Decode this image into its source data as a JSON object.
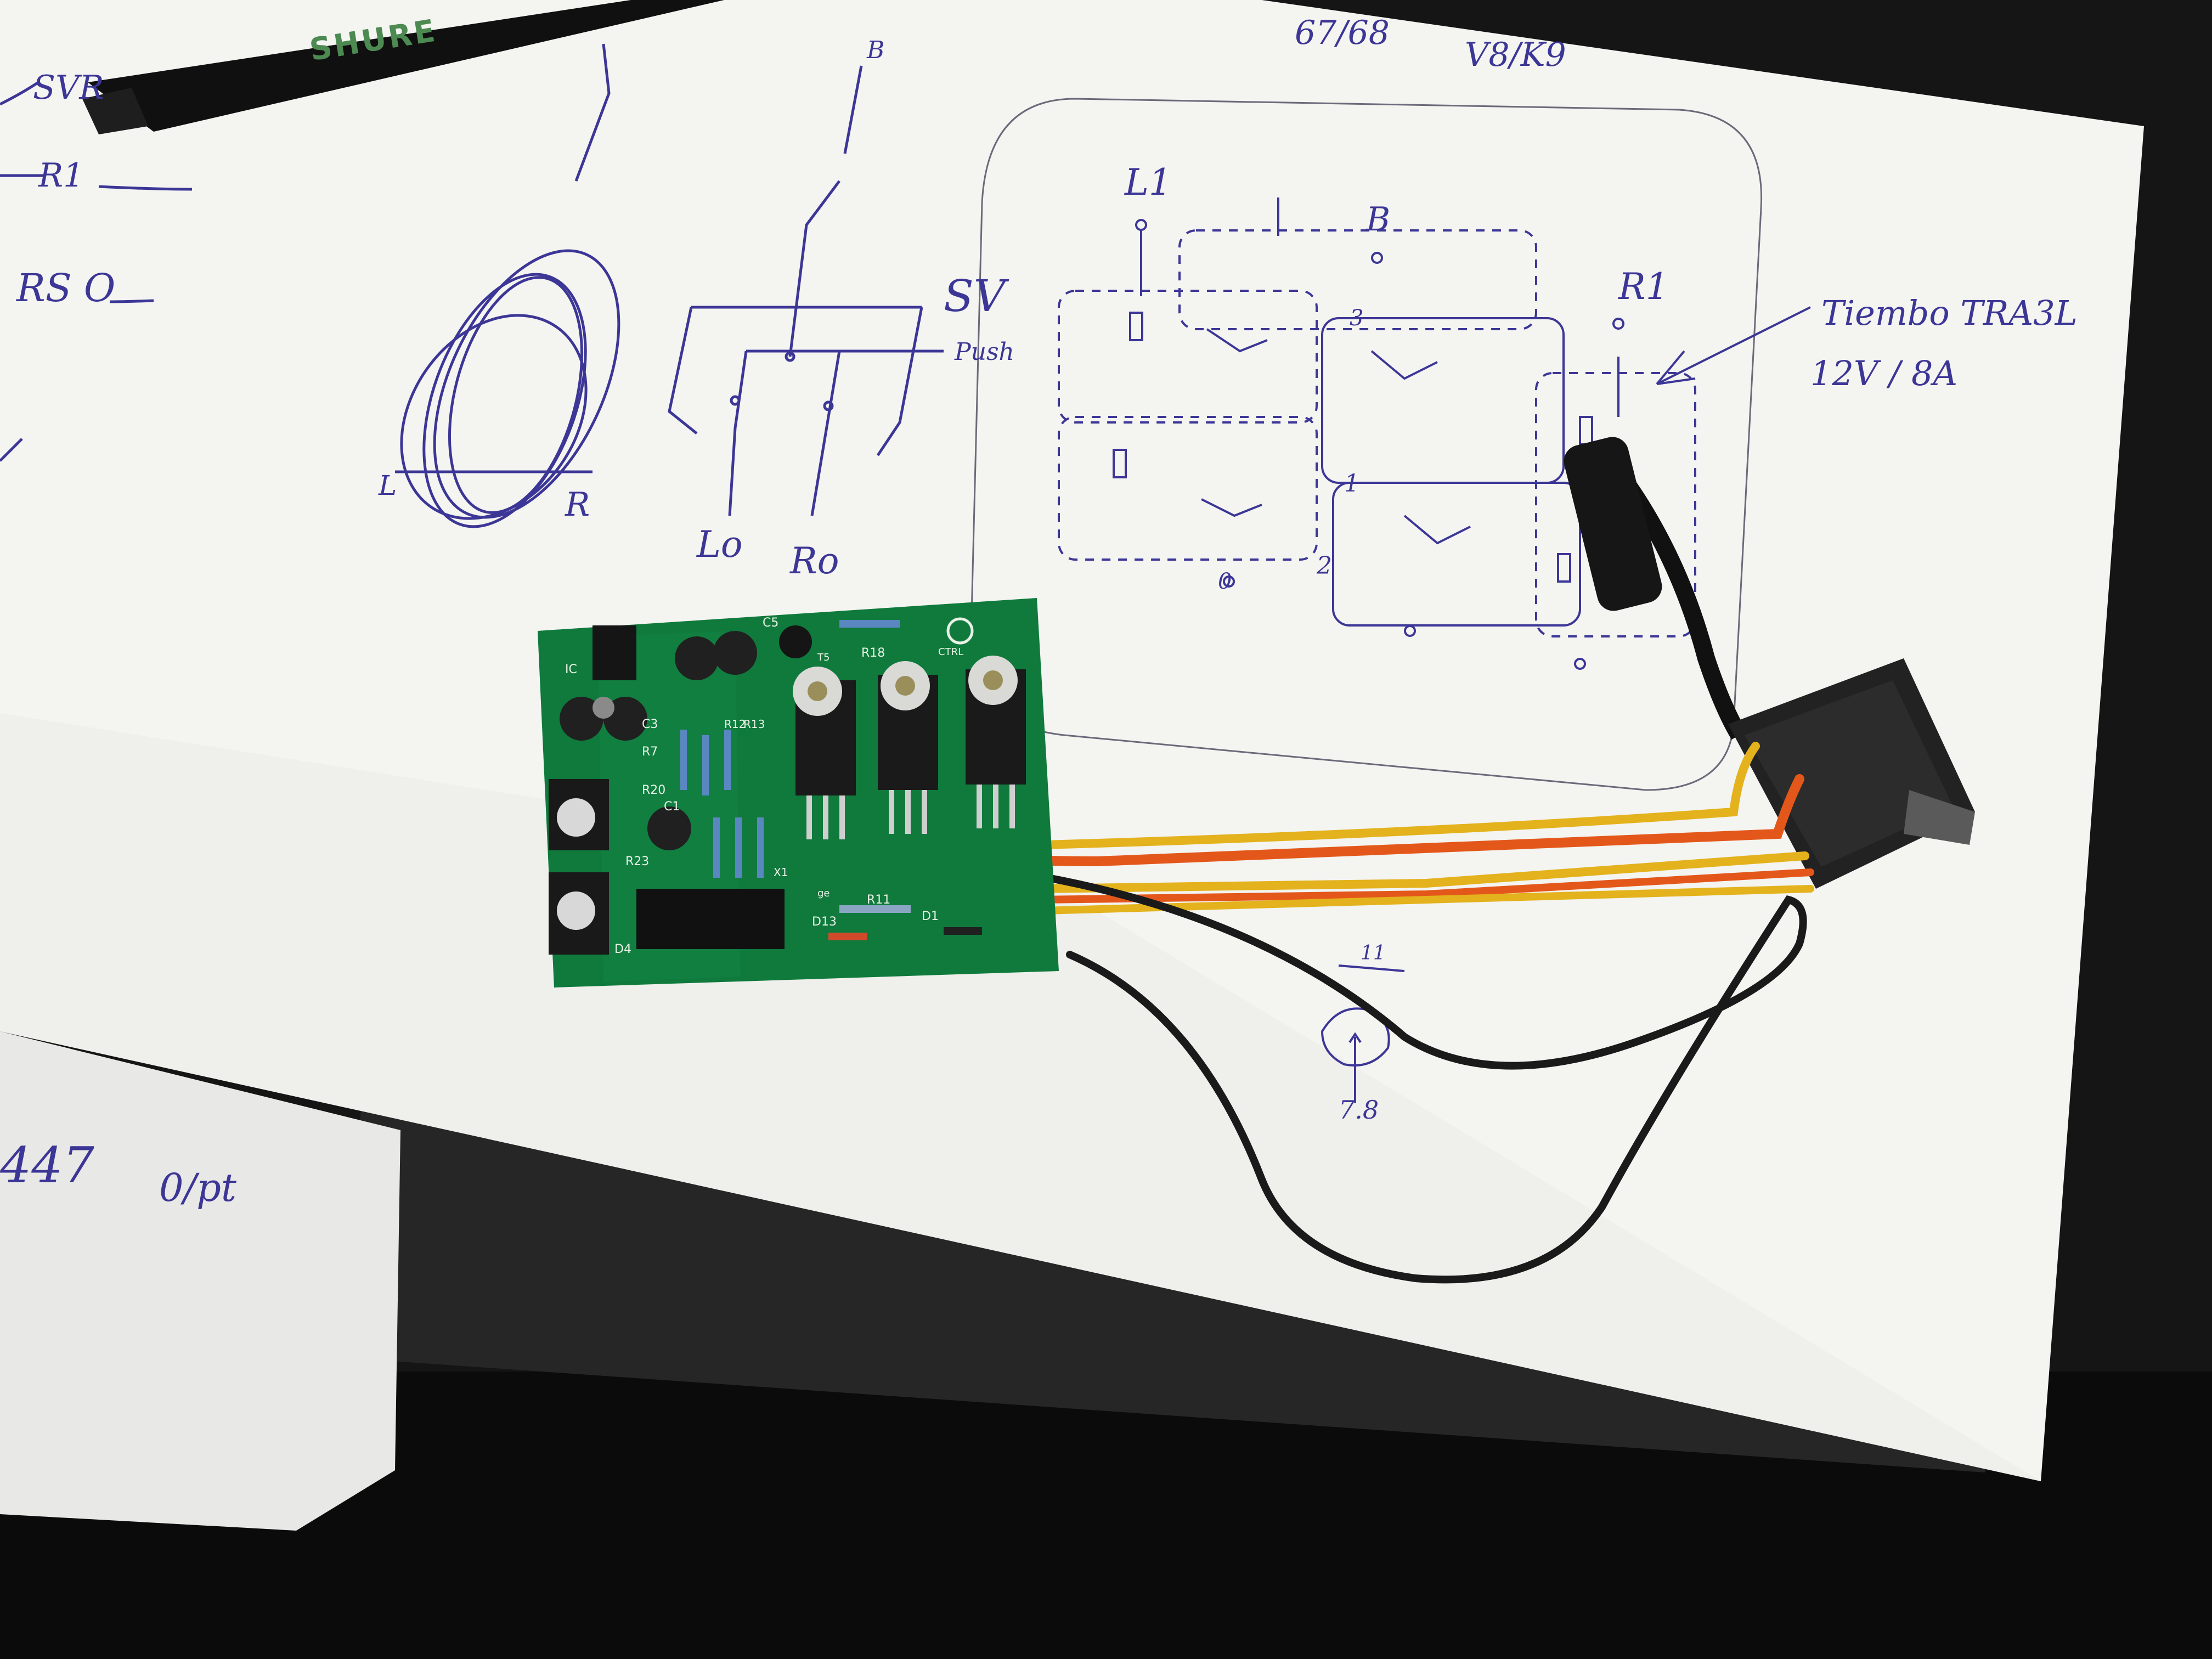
{
  "photo": {
    "marker_brand": "SHURE",
    "sketch_left": {
      "label_svr": "SVR",
      "label_r1": "R1",
      "label_rs": "RS O",
      "label_447": "447",
      "label_olpt": "0/pt"
    },
    "sketch_switch": {
      "label_b": "B",
      "label_sv": "SV",
      "label_l0": "Lo",
      "label_r0": "Ro",
      "label_r": "R",
      "label_l": "L",
      "label_push": "Push"
    },
    "sketch_relays": {
      "label_6768": "67/68",
      "label_v8": "V8/K9",
      "label_l1": "L1",
      "label_b": "B",
      "label_r1": "R1",
      "label_1": "1",
      "label_2": "2",
      "label_3": "3",
      "label_0": "0"
    },
    "annotation": {
      "line1": "Tiembo TRA3L",
      "line2": "12V / 8A"
    },
    "dimension": {
      "top": "11",
      "bottom": "7.8"
    },
    "pcb_labels": [
      "IC",
      "C3",
      "R7",
      "R20",
      "R23",
      "C1",
      "C5",
      "T5",
      "R18",
      "CTRL",
      "R12",
      "R13",
      "X1",
      "R11",
      "D13",
      "D1",
      "D4",
      "ge"
    ],
    "colors": {
      "paper": "#f3f3f0",
      "ink": "#3c3696",
      "pcb": "#0f7a3c",
      "wire_yellow": "#e3b21c",
      "wire_orange": "#e3581a",
      "wire_black": "#1a1a1a",
      "desk": "#141414"
    }
  }
}
